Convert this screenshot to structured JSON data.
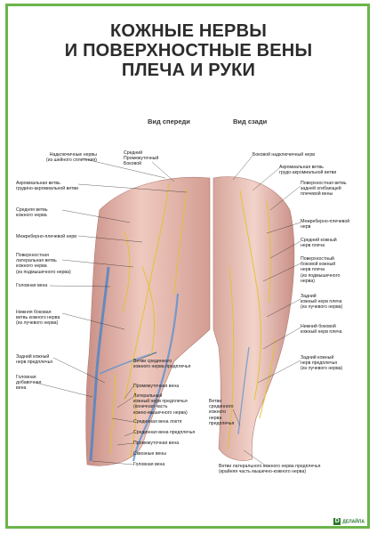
{
  "title": {
    "line1": "КОЖНЫЕ НЕРВЫ",
    "line2": "И ПОВЕРХНОСТНЫЕ ВЕНЫ",
    "line3": "ПЛЕЧА И РУКИ"
  },
  "views": {
    "front": "Вид спереди",
    "back": "Вид сзади"
  },
  "labels": {
    "supraclav": [
      "Надключичные нервы",
      "(из шейного сплетения)"
    ],
    "supraclav_branches": [
      "Средний",
      "Промежуточный",
      "Боковой"
    ],
    "acromial_front": [
      "Акромиальная ветвь",
      "грудино-акромиальной ветви"
    ],
    "medial_skin_arm": [
      "Средняя ветвь",
      "кожного нерва"
    ],
    "intercostobrachial_front": [
      "Межреберно-плечевой нерв"
    ],
    "sup_lat_cut": [
      "Поверхностная",
      "латеральная ветвь",
      "кожного нерва",
      "(из подмышечного нерва)"
    ],
    "cephalic_front": [
      "Головная вена"
    ],
    "inf_lat_cut": [
      "Нижняя боковая",
      "ветвь кожного нерва",
      "(из лучевого нерва)"
    ],
    "post_cut_forearm_front": [
      "Задний кожный",
      "нерв предплечья"
    ],
    "accessory_cephalic": [
      "Головная",
      "добавочная",
      "вена"
    ],
    "med_cut_forearm_branches": [
      "Ветви срединного",
      "кожного нерва предплечья"
    ],
    "intermediate_vein": [
      "Промежуточная вена"
    ],
    "lat_cut_forearm": [
      "Латеральный",
      "кожный нерв предплечья",
      "(конечная часть",
      "кожно-мышечного нерва)"
    ],
    "median_cubital": [
      "Срединная вена локтя"
    ],
    "median_forearm_vein": [
      "Срединная вена предплечья"
    ],
    "intermediate_vein2": [
      "Промежуточная вена"
    ],
    "basilic": [
      "Сквозные вены"
    ],
    "cephalic_front2": [
      "Головная вена"
    ],
    "lat_supraclav_back": [
      "Боковой надключичный нерв"
    ],
    "acromial_back": [
      "Акромиальная ветвь",
      "грудо-акромиальной ветви"
    ],
    "sup_lat_cut_back": [
      "Поверхностная ветвь",
      "задней огибающей",
      "плечевой вены"
    ],
    "intercostobrachial_back": [
      "Межреберно-плечевой",
      "нерв"
    ],
    "medial_cut_back": [
      "Средний кожный",
      "нерв плеча"
    ],
    "sup_lat_cut_back2": [
      "Поверхностный",
      "боковой кожный",
      "нерв плеча",
      "(из подмышечного",
      "нерва)"
    ],
    "post_cut_arm": [
      "Задний",
      "кожный нерв плеча",
      "(из лучевого нерва)"
    ],
    "inf_lat_cut_back": [
      "Нижний боковой",
      "кожный нерв плеча"
    ],
    "post_cut_forearm_back": [
      "Задний кожный",
      "нерв предплечья",
      "(из лучевого нерва)"
    ],
    "med_cut_forearm_back": [
      "Ветви",
      "срединного",
      "кожного",
      "нерва",
      "предплечья"
    ],
    "lat_cut_forearm_back": [
      "Ветви латерального кожного нерва предплечья",
      "(крайняя часть мышечно-кожного нерва)"
    ]
  },
  "logo": {
    "text": "ДЕЛАЙЛА"
  }
}
